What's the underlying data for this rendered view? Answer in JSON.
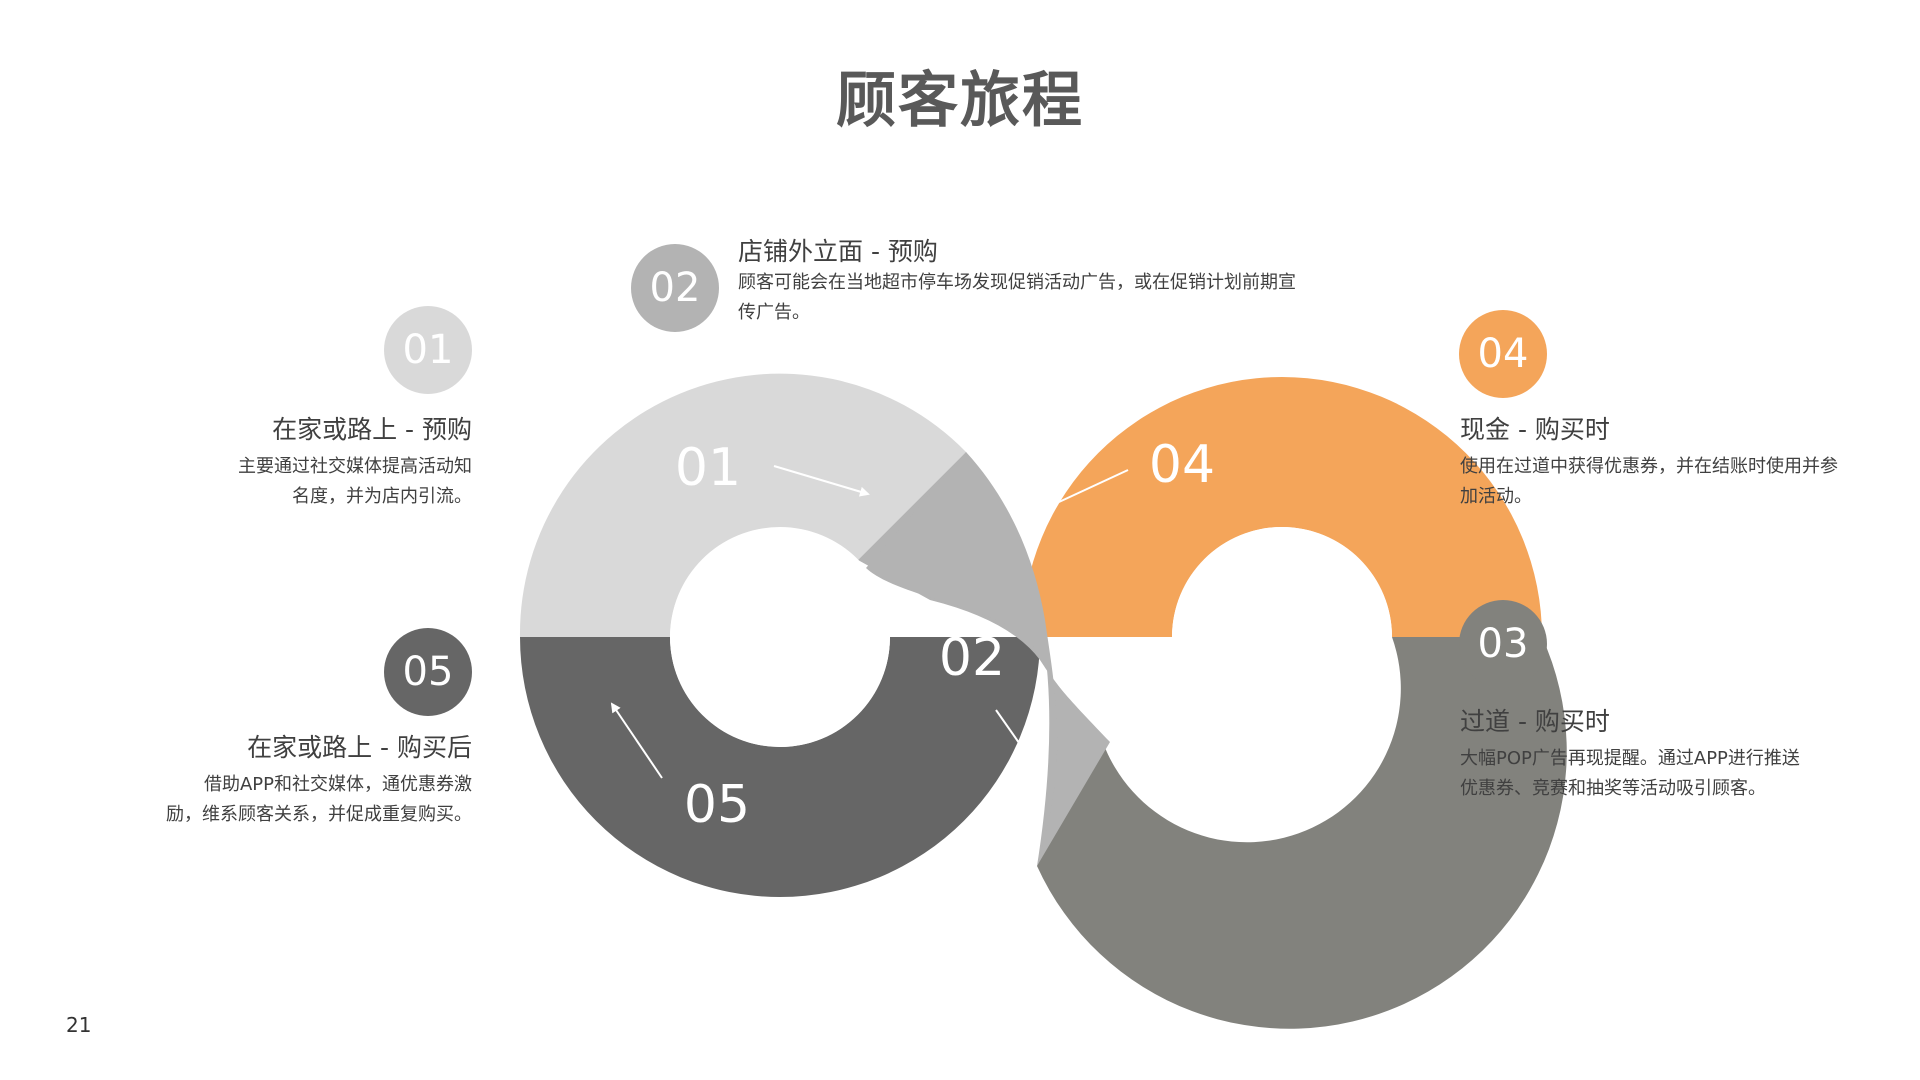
{
  "page": {
    "title": "顾客旅程",
    "page_number": "21"
  },
  "colors": {
    "step1": "#d9d9d9",
    "step2": "#b3b3b3",
    "step3": "#82827d",
    "step4": "#f4a55a",
    "step5": "#666666",
    "text": "#404040",
    "title": "#595959"
  },
  "steps": [
    {
      "id": "01",
      "title": "在家或路上 - 预购",
      "desc_line1": "主要通过社交媒体提高活动知",
      "desc_line2": "名度，并为店内引流。"
    },
    {
      "id": "02",
      "title": "店铺外立面 - 预购",
      "desc_line1": "顾客可能会在当地超市停车场发现促销活动广告，或在促销计划前期宣",
      "desc_line2": "传广告。"
    },
    {
      "id": "03",
      "title": "过道 - 购买时",
      "desc_line1": "大幅POP广告再现提醒。通过APP进行推送",
      "desc_line2": "优惠券、竞赛和抽奖等活动吸引顾客。"
    },
    {
      "id": "04",
      "title": "现金 - 购买时",
      "desc_line1": "使用在过道中获得优惠券，并在结账时使用并参",
      "desc_line2": "加活动。"
    },
    {
      "id": "05",
      "title": "在家或路上 - 购买后",
      "desc_line1": "借助APP和社交媒体，通优惠券激",
      "desc_line2": "励，维系顾客关系，并促成重复购买。"
    }
  ]
}
